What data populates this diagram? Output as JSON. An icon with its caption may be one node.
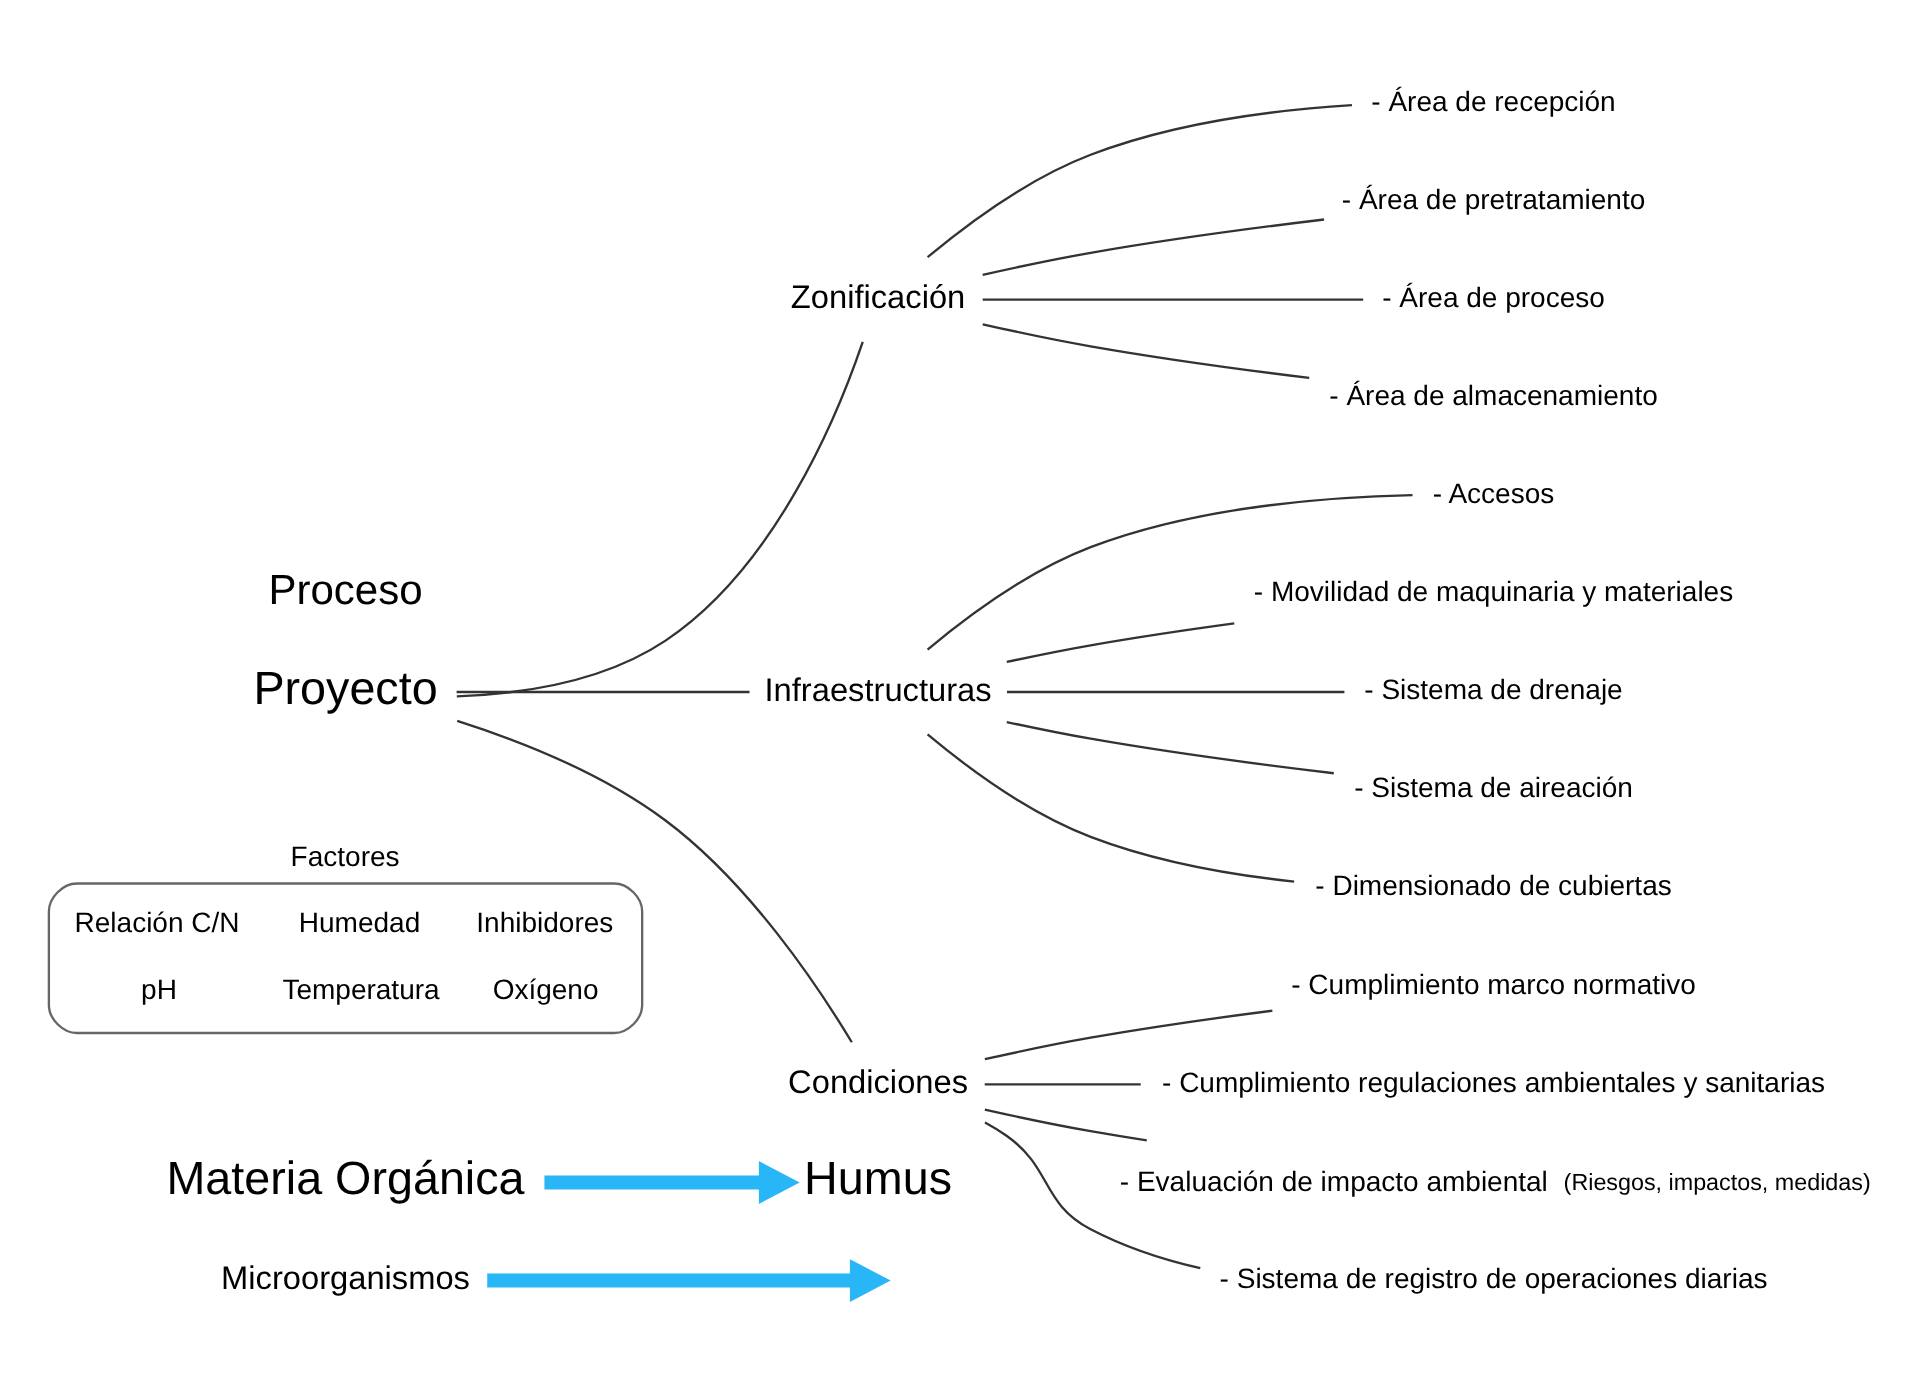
{
  "diagram": {
    "nodes": [
      {
        "text": [
          "Microorganismos"
        ]
      },
      {
        "text": [
          "Materia Orgánica"
        ]
      },
      {
        "text": [
          "Humus"
        ]
      },
      {
        "text": [
          "Factores",
          "Relación C/N",
          "Humedad",
          "Inhibidores",
          "pH",
          "Temperatura",
          "Oxígeno"
        ]
      },
      {
        "text": [
          "Proyecto"
        ]
      },
      {
        "text": [
          "Zonificación"
        ]
      },
      {
        "text": [
          "Infraestructuras"
        ]
      },
      {
        "text": [
          "Condiciones"
        ]
      },
      {
        "text": [
          "- Área de recepción"
        ]
      },
      {
        "text": [
          "- Área de pretratamiento"
        ]
      },
      {
        "text": [
          "- Área de proceso"
        ]
      },
      {
        "text": [
          "- Área de almacenamiento"
        ]
      },
      {
        "text": [
          "- Accesos"
        ]
      },
      {
        "text": [
          "- Movilidad de maquinaria y materiales"
        ]
      },
      {
        "text": [
          "- Sistema de drenaje"
        ]
      },
      {
        "text": [
          "- Sistema de aireación"
        ]
      },
      {
        "text": [
          "- Dimensionado de cubiertas"
        ]
      },
      {
        "text": [
          "- Cumplimiento marco normativo"
        ]
      },
      {
        "text": [
          "- Cumplimiento regulaciones ambientales y sanitarias"
        ]
      },
      {
        "text": [
          "- Evaluación de impacto ambiental"
        ],
        "beside": [
          "(Riesgos, impactos, medidas)"
        ]
      },
      {
        "text": [
          "- Sistema de registro de operaciones diarias"
        ]
      }
    ],
    "edges": [
      {
        "from": 0,
        "to": null,
        "arrow": "to",
        "style": "thick",
        "color": "#29b6f6"
      },
      {
        "from": 1,
        "to": 2,
        "arrow": "to",
        "style": "thick",
        "color": "#29b6f6"
      },
      {
        "from": 4,
        "to": 5,
        "arrow": "none"
      },
      {
        "from": 4,
        "to": 6,
        "arrow": "none"
      },
      {
        "from": 4,
        "to": 7,
        "arrow": "none"
      },
      {
        "from": 5,
        "to": 8,
        "arrow": "none"
      },
      {
        "from": 5,
        "to": 9,
        "arrow": "none"
      },
      {
        "from": 5,
        "to": 10,
        "arrow": "none"
      },
      {
        "from": 5,
        "to": 11,
        "arrow": "none"
      },
      {
        "from": 6,
        "to": 12,
        "arrow": "none"
      },
      {
        "from": 6,
        "to": 13,
        "arrow": "none"
      },
      {
        "from": 6,
        "to": 14,
        "arrow": "none"
      },
      {
        "from": 6,
        "to": 15,
        "arrow": "none"
      },
      {
        "from": 6,
        "to": 16,
        "arrow": "none"
      },
      {
        "from": 7,
        "to": 17,
        "arrow": "none"
      },
      {
        "from": 7,
        "to": 18,
        "arrow": "none"
      },
      {
        "from": 7,
        "to": 19,
        "arrow": "none"
      },
      {
        "from": 7,
        "to": 20,
        "arrow": "none"
      }
    ],
    "labels": [
      "Proceso"
    ]
  }
}
